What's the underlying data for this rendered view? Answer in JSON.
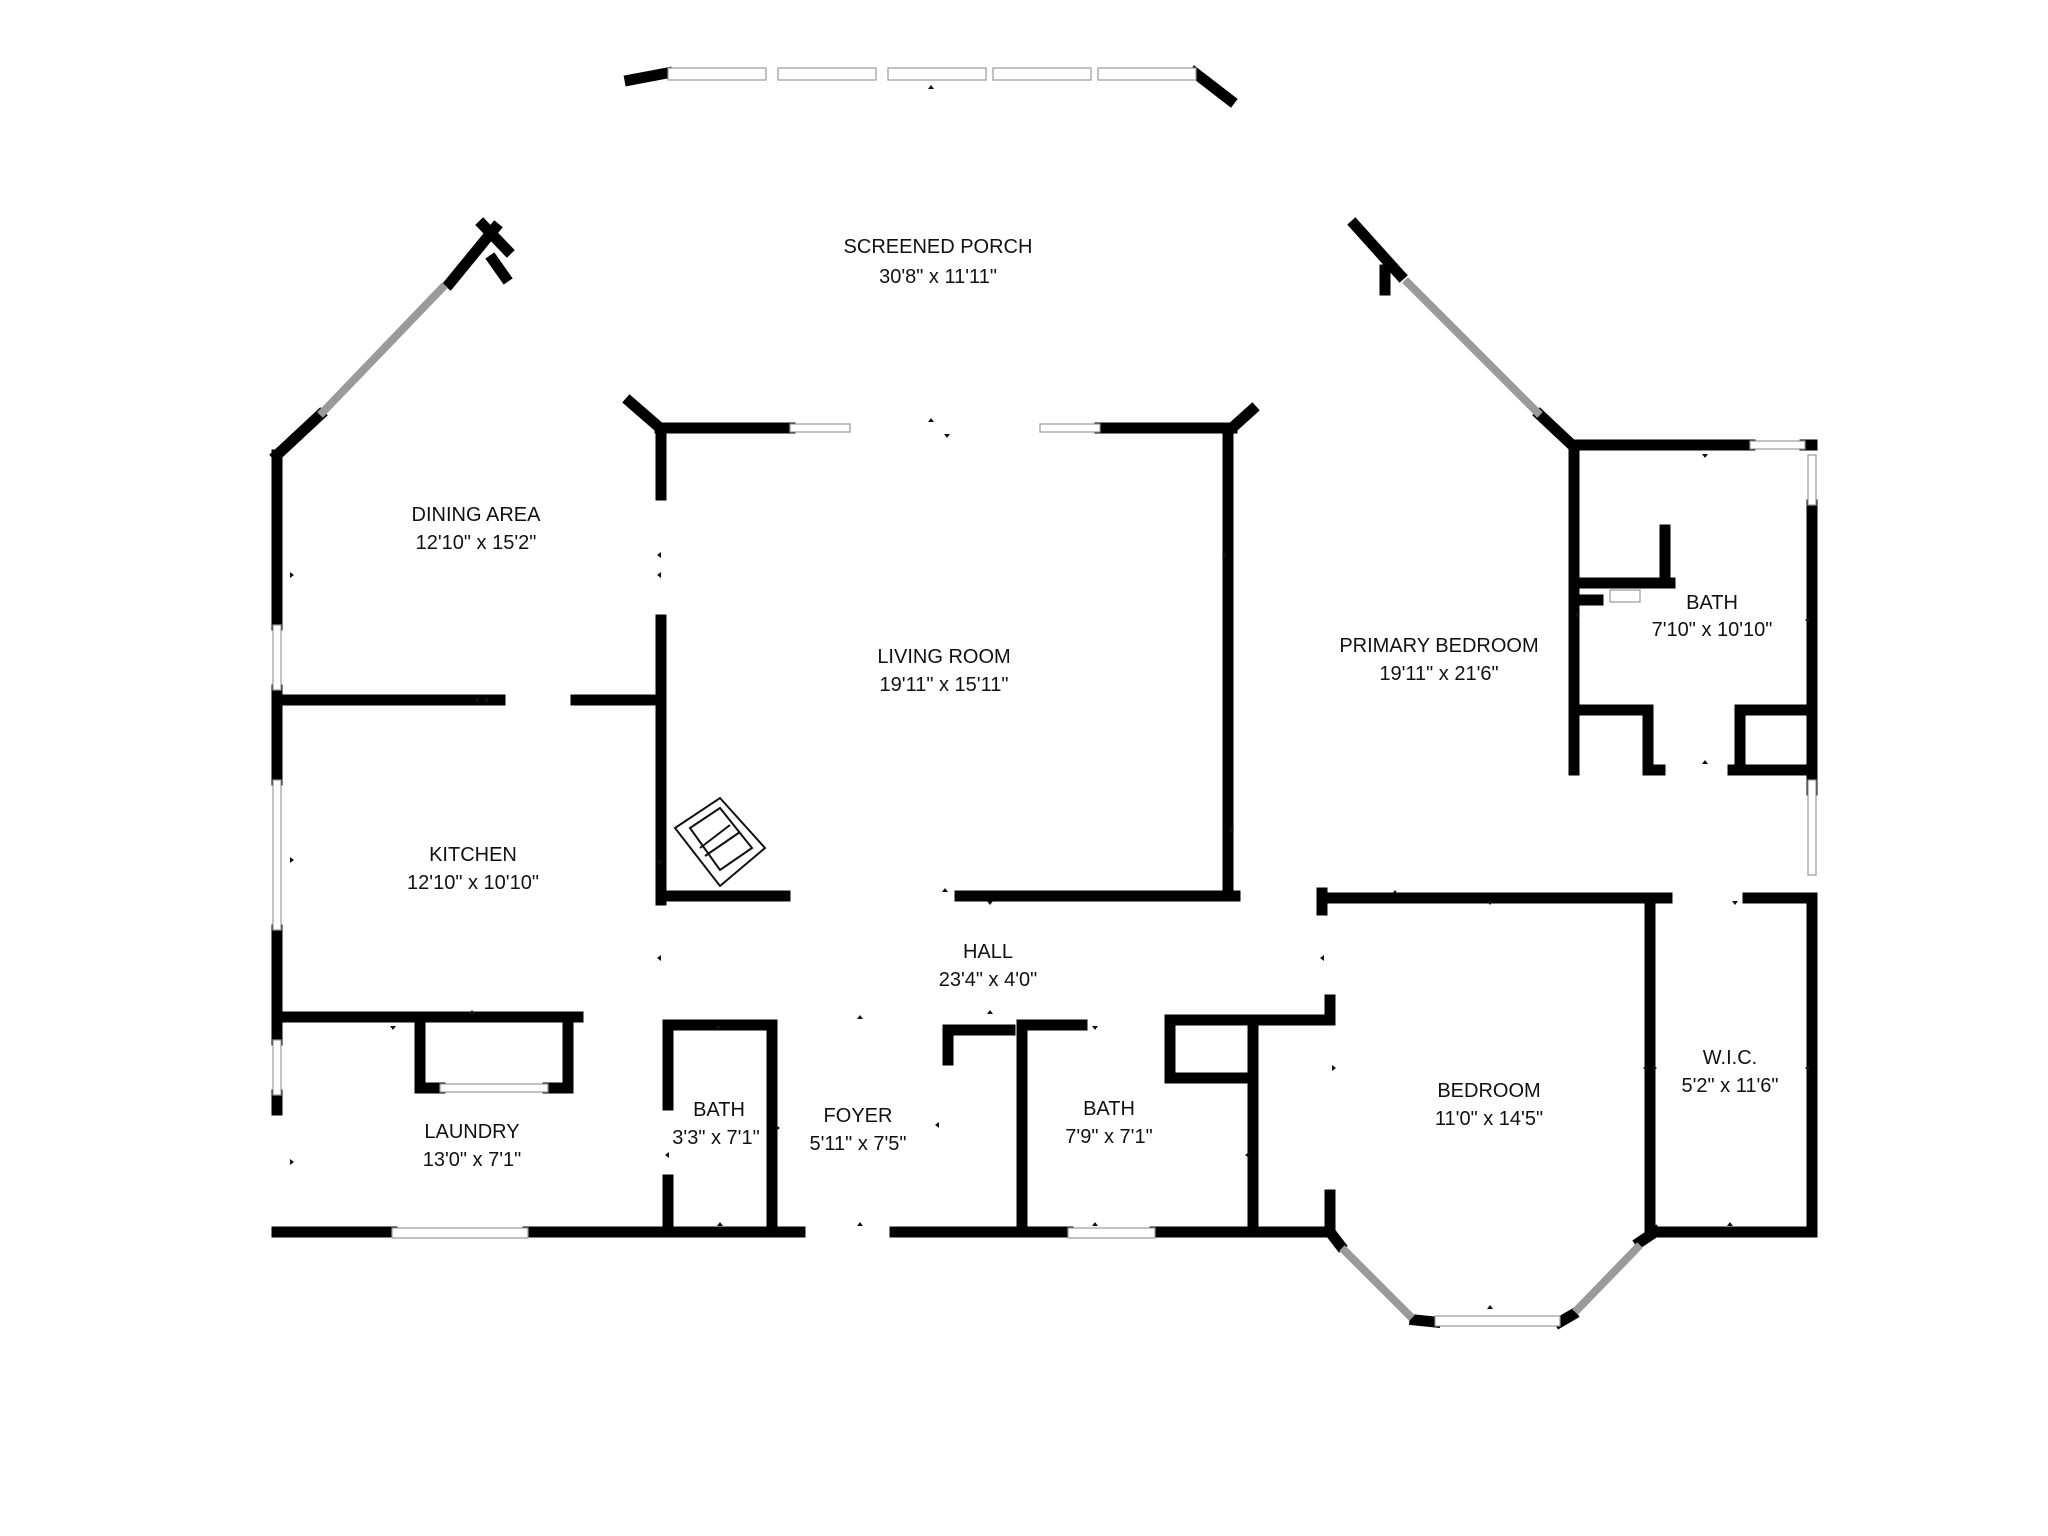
{
  "plan": {
    "rooms": [
      {
        "id": "screened-porch",
        "name": "SCREENED PORCH",
        "dims": "30'8\" x 11'11\""
      },
      {
        "id": "dining-area",
        "name": "DINING AREA",
        "dims": "12'10\" x 15'2\""
      },
      {
        "id": "living-room",
        "name": "LIVING ROOM",
        "dims": "19'11\" x 15'11\""
      },
      {
        "id": "primary-bedroom",
        "name": "PRIMARY BEDROOM",
        "dims": "19'11\" x 21'6\""
      },
      {
        "id": "primary-bath",
        "name": "BATH",
        "dims": "7'10\" x 10'10\""
      },
      {
        "id": "kitchen",
        "name": "KITCHEN",
        "dims": "12'10\" x 10'10\""
      },
      {
        "id": "hall",
        "name": "HALL",
        "dims": "23'4\" x 4'0\""
      },
      {
        "id": "laundry",
        "name": "LAUNDRY",
        "dims": "13'0\" x 7'1\""
      },
      {
        "id": "half-bath",
        "name": "BATH",
        "dims": "3'3\" x 7'1\""
      },
      {
        "id": "foyer",
        "name": "FOYER",
        "dims": "5'11\" x 7'5\""
      },
      {
        "id": "hall-bath",
        "name": "BATH",
        "dims": "7'9\" x 7'1\""
      },
      {
        "id": "bedroom",
        "name": "BEDROOM",
        "dims": "11'0\" x 14'5\""
      },
      {
        "id": "wic",
        "name": "W.I.C.",
        "dims": "5'2\" x 11'6\""
      }
    ],
    "colors": {
      "wall": "#000000",
      "background": "#ffffff",
      "window": "#9a9a9a"
    }
  }
}
